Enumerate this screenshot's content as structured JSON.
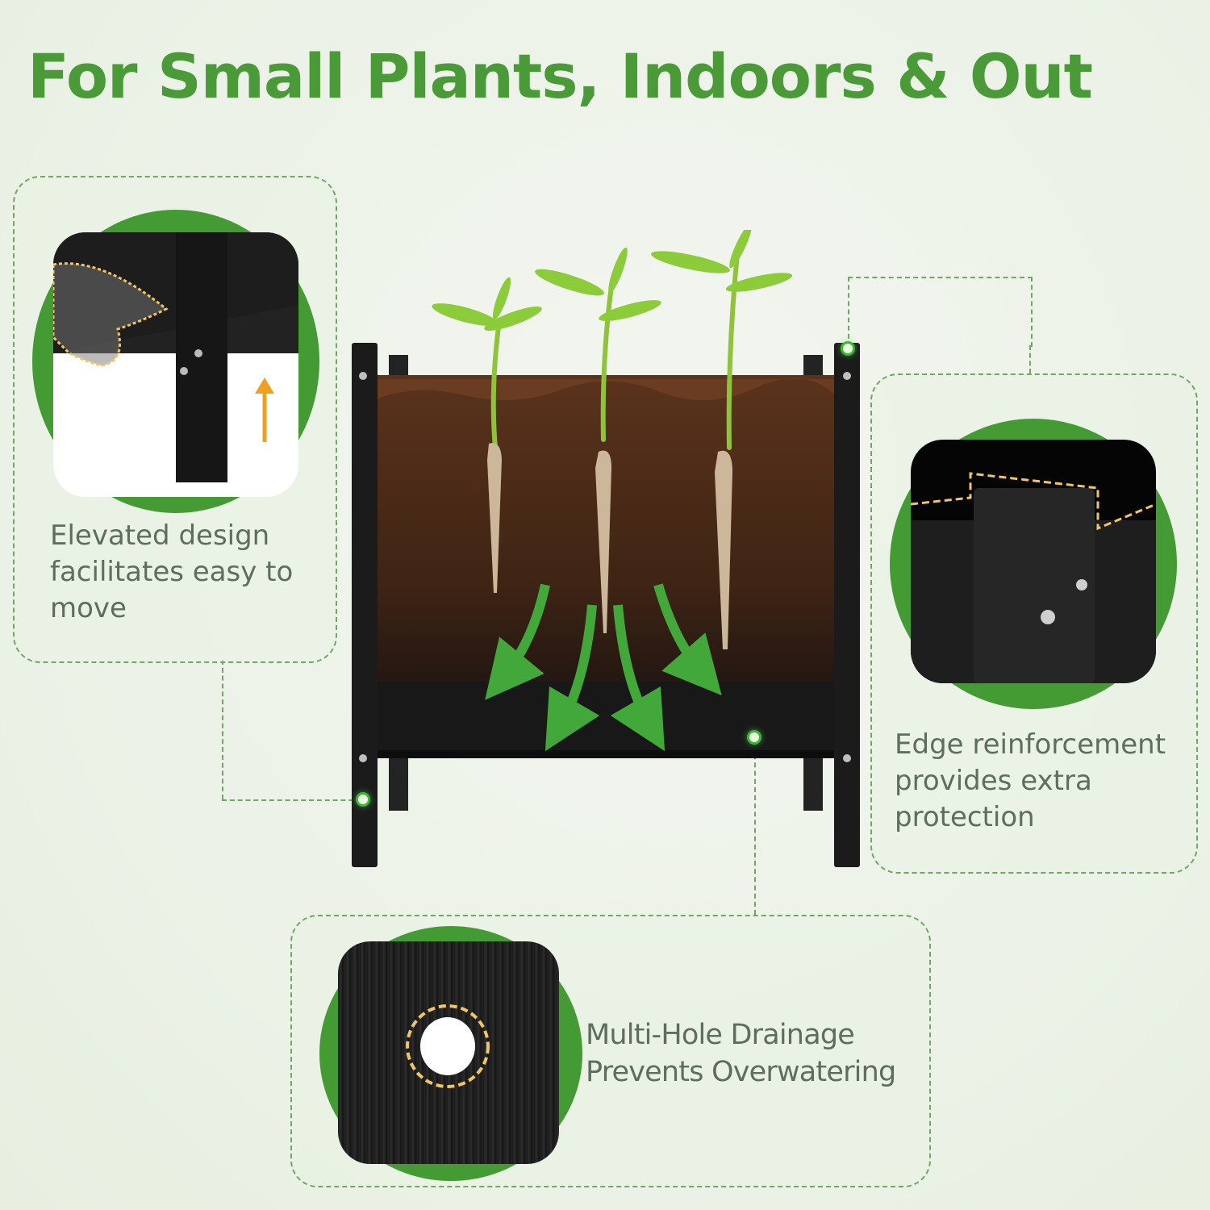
{
  "headline": "For Small Plants, Indoors & Out",
  "colors": {
    "headline_green": "#4a9a38",
    "accent_green": "#449a33",
    "body_text": "#5e6e5e",
    "dashed_border": "#6fa862",
    "planter_black": "#1c1c1c",
    "soil_brown": "#4a2a18",
    "highlight_gold": "#f2c560"
  },
  "features": [
    {
      "id": "elevated",
      "lines": [
        "Elevated design",
        "facilitates easy to",
        "move"
      ],
      "image": "planter-leg-lift-closeup",
      "icon": "arrow-up-icon"
    },
    {
      "id": "edge",
      "lines": [
        "Edge reinforcement",
        "provides extra",
        "protection"
      ],
      "image": "planter-corner-edge-closeup"
    },
    {
      "id": "drainage",
      "lines": [
        "Multi-Hole Drainage",
        "Prevents Overwatering"
      ],
      "image": "drainage-hole-closeup"
    }
  ],
  "product": {
    "image": "planter-box-cross-section-with-seedlings",
    "plant_count": 3,
    "arrow_count": 4
  }
}
